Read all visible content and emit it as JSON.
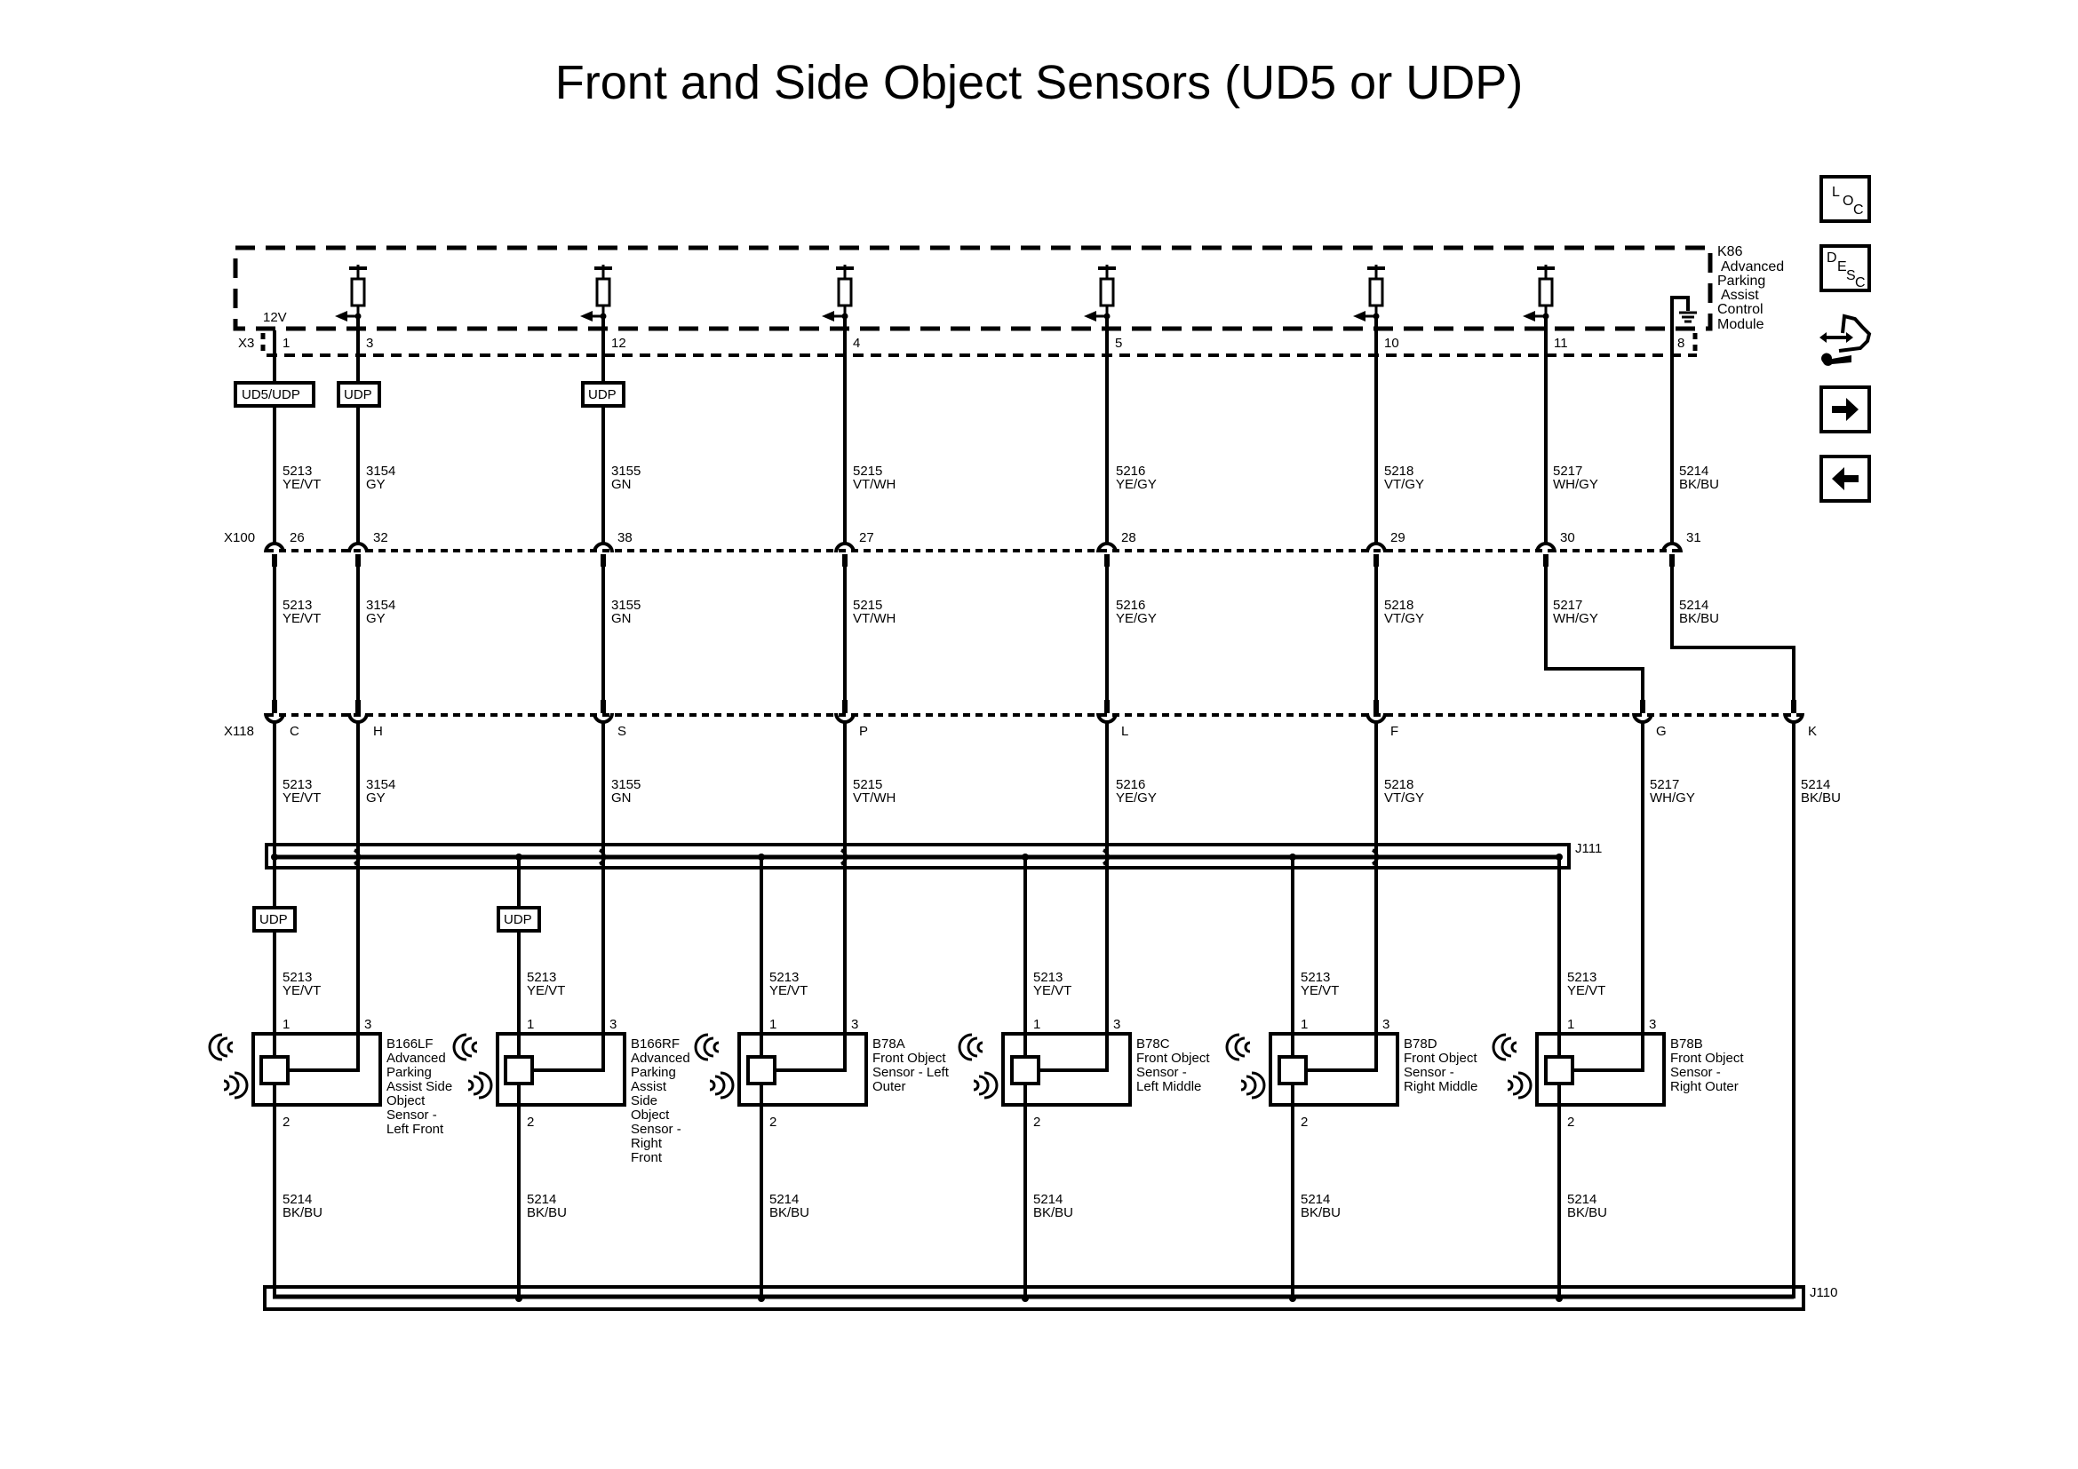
{
  "title": "Front and Side Object Sensors (UD5 or UDP)",
  "nav_buttons": {
    "loc": {
      "letters": [
        "L",
        "O",
        "C"
      ]
    },
    "desc": {
      "letters": [
        "D",
        "E",
        "S",
        "C"
      ]
    },
    "connector_icon": "connector-wrench-icon",
    "next": "arrow-right-icon",
    "prev": "arrow-left-icon"
  },
  "module": {
    "id": "K86",
    "name_lines": [
      "K86",
      "Advanced",
      "Parking",
      "Assist",
      "Control",
      "Module"
    ],
    "connector": "X3",
    "supply_label": "12V",
    "pins": [
      "1",
      "3",
      "12",
      "4",
      "5",
      "10",
      "11",
      "8"
    ]
  },
  "option_boxes": {
    "top": [
      "UD5/UDP",
      "UDP",
      "UDP"
    ],
    "bottom": [
      "UDP",
      "UDP"
    ]
  },
  "circuits_upper": [
    {
      "circuit": "5213",
      "color": "YE/VT"
    },
    {
      "circuit": "3154",
      "color": "GY"
    },
    {
      "circuit": "3155",
      "color": "GN"
    },
    {
      "circuit": "5215",
      "color": "VT/WH"
    },
    {
      "circuit": "5216",
      "color": "YE/GY"
    },
    {
      "circuit": "5218",
      "color": "VT/GY"
    },
    {
      "circuit": "5217",
      "color": "WH/GY"
    },
    {
      "circuit": "5214",
      "color": "BK/BU"
    }
  ],
  "connector_x100": {
    "id": "X100",
    "pins": [
      "26",
      "32",
      "38",
      "27",
      "28",
      "29",
      "30",
      "31"
    ]
  },
  "connector_x118": {
    "id": "X118",
    "pins": [
      "C",
      "H",
      "S",
      "P",
      "L",
      "F",
      "G",
      "K"
    ]
  },
  "splices": {
    "j111": "J111",
    "j110": "J110"
  },
  "sensors": [
    {
      "id": "B166LF",
      "name_lines": [
        "B166LF",
        "Advanced",
        "Parking",
        "Assist Side",
        "Object",
        "Sensor -",
        "Left Front"
      ],
      "pin1": "1",
      "pin2": "2",
      "pin3": "3",
      "signal_circuit": "5213",
      "signal_color": "YE/VT",
      "ground_circuit": "5214",
      "ground_color": "BK/BU"
    },
    {
      "id": "B166RF",
      "name_lines": [
        "B166RF",
        "Advanced",
        "Parking",
        "Assist",
        "Side",
        "Object",
        "Sensor -",
        "Right",
        "Front"
      ],
      "pin1": "1",
      "pin2": "2",
      "pin3": "3",
      "signal_circuit": "5213",
      "signal_color": "YE/VT",
      "ground_circuit": "5214",
      "ground_color": "BK/BU"
    },
    {
      "id": "B78A",
      "name_lines": [
        "B78A",
        "Front Object",
        "Sensor - Left",
        "Outer"
      ],
      "pin1": "1",
      "pin2": "2",
      "pin3": "3",
      "signal_circuit": "5213",
      "signal_color": "YE/VT",
      "ground_circuit": "5214",
      "ground_color": "BK/BU"
    },
    {
      "id": "B78C",
      "name_lines": [
        "B78C",
        "Front Object",
        "Sensor -",
        "Left Middle"
      ],
      "pin1": "1",
      "pin2": "2",
      "pin3": "3",
      "signal_circuit": "5213",
      "signal_color": "YE/VT",
      "ground_circuit": "5214",
      "ground_color": "BK/BU"
    },
    {
      "id": "B78D",
      "name_lines": [
        "B78D",
        "Front Object",
        "Sensor -",
        "Right Middle"
      ],
      "pin1": "1",
      "pin2": "2",
      "pin3": "3",
      "signal_circuit": "5213",
      "signal_color": "YE/VT",
      "ground_circuit": "5214",
      "ground_color": "BK/BU"
    },
    {
      "id": "B78B",
      "name_lines": [
        "B78B",
        "Front Object",
        "Sensor -",
        "Right Outer"
      ],
      "pin1": "1",
      "pin2": "2",
      "pin3": "3",
      "signal_circuit": "5213",
      "signal_color": "YE/VT",
      "ground_circuit": "5214",
      "ground_color": "BK/BU"
    }
  ],
  "colors": {
    "line": "#000000",
    "background": "#ffffff"
  }
}
